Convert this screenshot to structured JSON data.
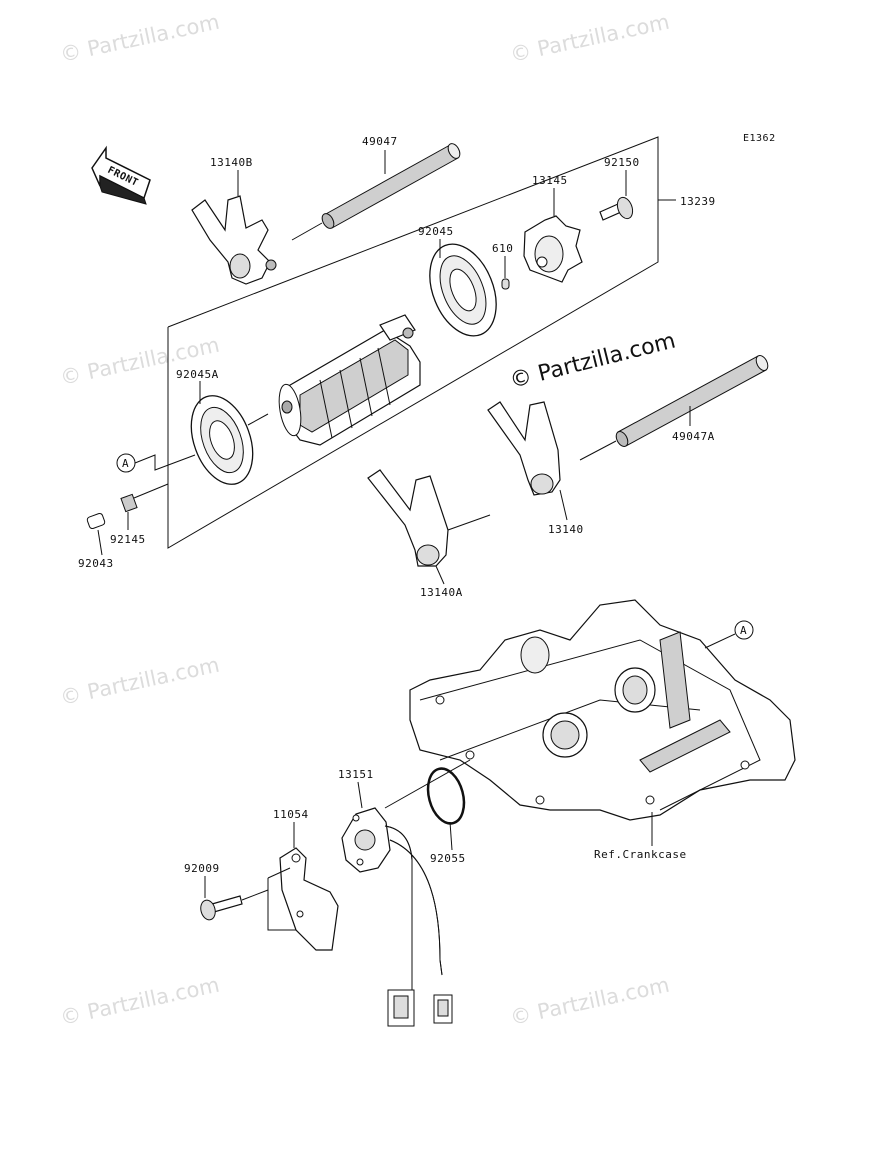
{
  "diagram_code": "E1362",
  "front_arrow_label": "FRONT",
  "ref_marker": "A",
  "watermark": "© Partzilla.com",
  "labels": {
    "p13140B": "13140B",
    "p49047": "49047",
    "p13145": "13145",
    "p92150": "92150",
    "p13239": "13239",
    "p92045": "92045",
    "p610": "610",
    "p92045A": "92045A",
    "p49047A": "49047A",
    "p13140": "13140",
    "p92145": "92145",
    "p92043": "92043",
    "p13140A": "13140A",
    "p13151": "13151",
    "p11054": "11054",
    "p92009": "92009",
    "p92055": "92055",
    "ref_crankcase": "Ref.Crankcase"
  }
}
